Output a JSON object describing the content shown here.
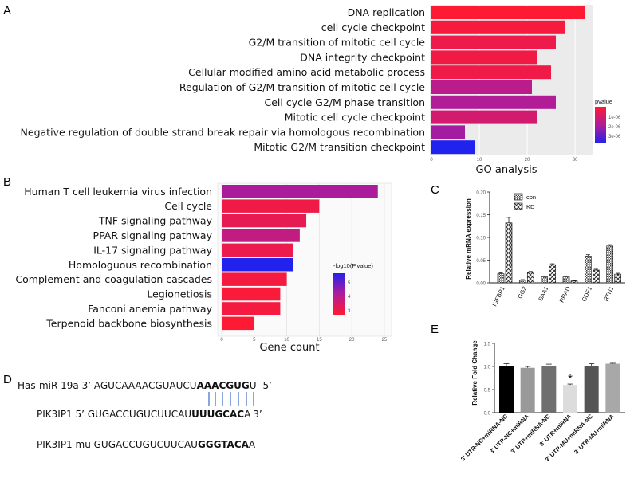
{
  "panels": {
    "A": "A",
    "B": "B",
    "C": "C",
    "D": "D",
    "E": "E"
  },
  "chart_data": [
    {
      "panel": "A",
      "type": "bar",
      "orientation": "horizontal",
      "categories": [
        "DNA replication",
        "cell cycle checkpoint",
        "G2/M transition of mitotic cell cycle",
        "DNA integrity checkpoint",
        "Cellular modified amino acid metabolic process",
        "Regulation of G2/M transition of mitotic cell cycle",
        "Cell cycle G2/M phase transition",
        "Mitotic cell cycle checkpoint",
        "Negative regulation of double strand break repair via homologous recombination",
        "Mitotic G2/M transition checkpoint"
      ],
      "values": [
        32,
        28,
        26,
        22,
        25,
        21,
        26,
        22,
        7,
        9
      ],
      "pvalue": [
        1e-07,
        3e-07,
        5e-07,
        4e-07,
        4.5e-07,
        1.6e-06,
        1.8e-06,
        1.1e-06,
        2e-06,
        3.6e-06
      ],
      "xticks": [
        "0",
        "10",
        "20",
        "30"
      ],
      "xlim": [
        0,
        33.5
      ],
      "xlabel": "GO analysis",
      "legend": {
        "title": "pvalue",
        "ticks": [
          "1e-06",
          "2e-06",
          "3e-06"
        ],
        "placement": "right"
      },
      "colors": {
        "low": "#ff1a33",
        "high": "#2222ee"
      },
      "grid": true
    },
    {
      "panel": "B",
      "type": "bar",
      "orientation": "horizontal",
      "categories": [
        "Human T cell leukemia virus infection",
        "Cell cycle",
        "TNF signaling pathway",
        "PPAR signaling pathway",
        "IL-17 signaling pathway",
        "Homologuous recombination",
        "Complement and coagulation cascades",
        "Legionetiosis",
        "Fanconi anemia pathway",
        "Terpenoid backbone biosynthesis"
      ],
      "values": [
        24,
        15,
        13,
        12,
        11,
        11,
        10,
        9,
        9,
        5
      ],
      "neglog10p": [
        4.0,
        2.7,
        2.9,
        3.6,
        2.8,
        5.5,
        2.6,
        2.5,
        2.6,
        2.4
      ],
      "xticks": [
        "0",
        "5",
        "10",
        "15",
        "20",
        "25"
      ],
      "xlim": [
        0,
        25.5
      ],
      "xlabel": "Gene count",
      "legend": {
        "title": "-log10(P.value)",
        "ticks": [
          "5",
          "4",
          "3"
        ],
        "placement": "right"
      },
      "colors": {
        "low": "#ff1a33",
        "high": "#2222ee"
      },
      "grid": true
    },
    {
      "panel": "C",
      "type": "bar",
      "categories": [
        "IGFBP1",
        "GG2",
        "SAA1",
        "RRAD",
        "GDF1",
        "RTN1"
      ],
      "series": [
        {
          "name": "con",
          "values": [
            0.02,
            0.006,
            0.013,
            0.013,
            0.059,
            0.081
          ],
          "errors": [
            0.002,
            0.001,
            0.002,
            0.002,
            0.003,
            0.003
          ]
        },
        {
          "name": "KD",
          "values": [
            0.132,
            0.023,
            0.04,
            0.004,
            0.028,
            0.019
          ],
          "errors": [
            0.012,
            0.002,
            0.002,
            0.001,
            0.002,
            0.002
          ]
        }
      ],
      "ylabel": "Relative mRNA expression",
      "ylim": [
        0,
        0.2
      ],
      "yticks": [
        "0.00",
        "0.05",
        "0.10",
        "0.15",
        "0.20"
      ],
      "legend_placement": "top"
    },
    {
      "panel": "E",
      "type": "bar",
      "categories": [
        "3' UTR-NC+miRNA-NC",
        "3' UTR-NC+miRNA",
        "3' UTR+miRNA-NC",
        "3' UTR+miRNA",
        "3' UTR-MU+miRNA-NC",
        "3' UTR-MU+miRNA"
      ],
      "values": [
        1.01,
        0.97,
        1.01,
        0.6,
        1.01,
        1.06
      ],
      "errors": [
        0.05,
        0.03,
        0.04,
        0.02,
        0.05,
        0.01
      ],
      "bar_colors": [
        "#000000",
        "#999999",
        "#6f6f6f",
        "#dcdcdc",
        "#555555",
        "#a8a8a8"
      ],
      "annotations": [
        {
          "category": "3' UTR+miRNA",
          "text": "*"
        }
      ],
      "ylabel": "Relative Fold Change",
      "ylim": [
        0,
        1.5
      ],
      "yticks": [
        "0.0",
        "0.5",
        "1.0",
        "1.5"
      ]
    }
  ],
  "sequences": {
    "line1": {
      "label": "Has-miR-19a 3’ AGUCAAAACGUAUCU",
      "bold": "AAACGUG",
      "tail": "U",
      "suffix": "5’"
    },
    "line2": {
      "label": "PIK3IP1   5’ GUGACCUGUCUUCAU",
      "bold": "UUUGCAC",
      "tail": "A",
      "suffix": "3’"
    },
    "line3": {
      "label": "PIK3IP1  mu GUGACCUGUCUUCAU",
      "bold": "GGGTACA",
      "tail": "A"
    }
  }
}
